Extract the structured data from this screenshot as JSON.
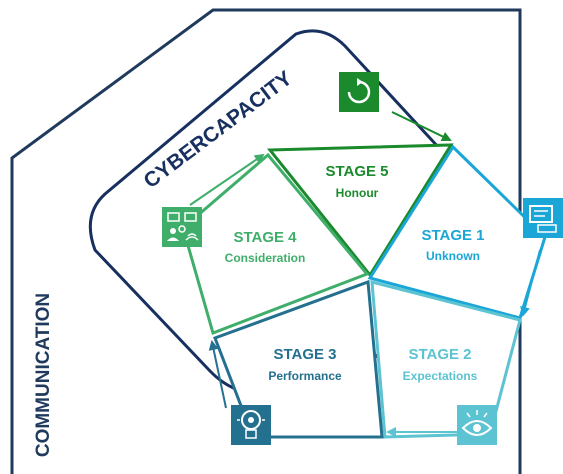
{
  "outer_label": "COMMUNICATION",
  "inner_label": "CYBERCAPACITY",
  "stages": [
    {
      "id": "stage5",
      "title": "STAGE 5",
      "subtitle": "Honour",
      "color": "#1a8a2c",
      "icon": "refresh-cycle-icon"
    },
    {
      "id": "stage1",
      "title": "STAGE 1",
      "subtitle": "Unknown",
      "color": "#1aa6d6",
      "icon": "computer-screen-icon"
    },
    {
      "id": "stage2",
      "title": "STAGE 2",
      "subtitle": "Expectations",
      "color": "#5bc3d1",
      "icon": "eye-icon"
    },
    {
      "id": "stage3",
      "title": "STAGE 3",
      "subtitle": "Performance",
      "color": "#24708f",
      "icon": "lightbulb-gear-icon"
    },
    {
      "id": "stage4",
      "title": "STAGE 4",
      "subtitle": "Consideration",
      "color": "#3fae6a",
      "icon": "network-people-icon"
    }
  ],
  "colors": {
    "outer_frame": "#1f3a5c",
    "inner_frame": "#17305f"
  }
}
